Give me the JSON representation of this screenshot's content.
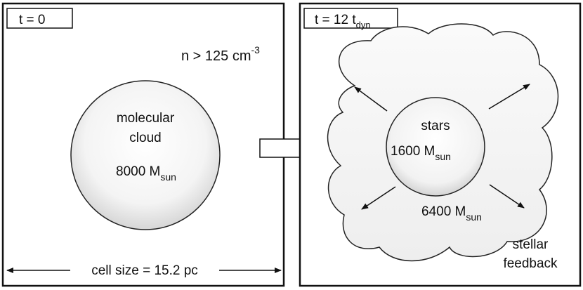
{
  "left_panel": {
    "time_label": "t = 0",
    "density_text": "n > 125 cm",
    "density_exp": "-3",
    "cloud_line1": "molecular",
    "cloud_line2": "cloud",
    "mass_value": "8000 M",
    "mass_sub": "sun",
    "cell_size_label": "cell size = 15.2 pc"
  },
  "right_panel": {
    "time_label_main": "t = 12 t",
    "time_label_sub": "dyn",
    "stars_label": "stars",
    "stars_mass": "1600 M",
    "stars_mass_sub": "sun",
    "gas_mass": "6400 M",
    "gas_mass_sub": "sun",
    "feedback_line1": "stellar",
    "feedback_line2": "feedback"
  }
}
